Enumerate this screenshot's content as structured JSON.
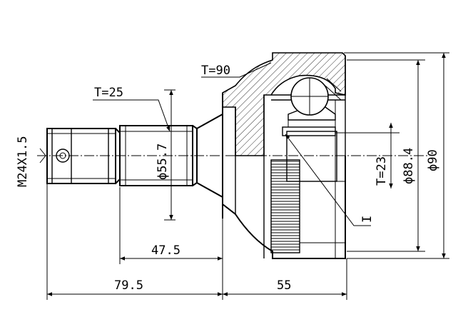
{
  "labels": {
    "t_outer": "T=90",
    "t_stem": "T=25",
    "thread": "M24X1.5",
    "dia_stem": "ϕ55.7",
    "t_inner": "T=23",
    "dia_inner": "ϕ88.4",
    "dia_outer": "ϕ90",
    "marker": "I",
    "len_stem": "47.5",
    "len_total": "79.5",
    "len_bell": "55"
  }
}
